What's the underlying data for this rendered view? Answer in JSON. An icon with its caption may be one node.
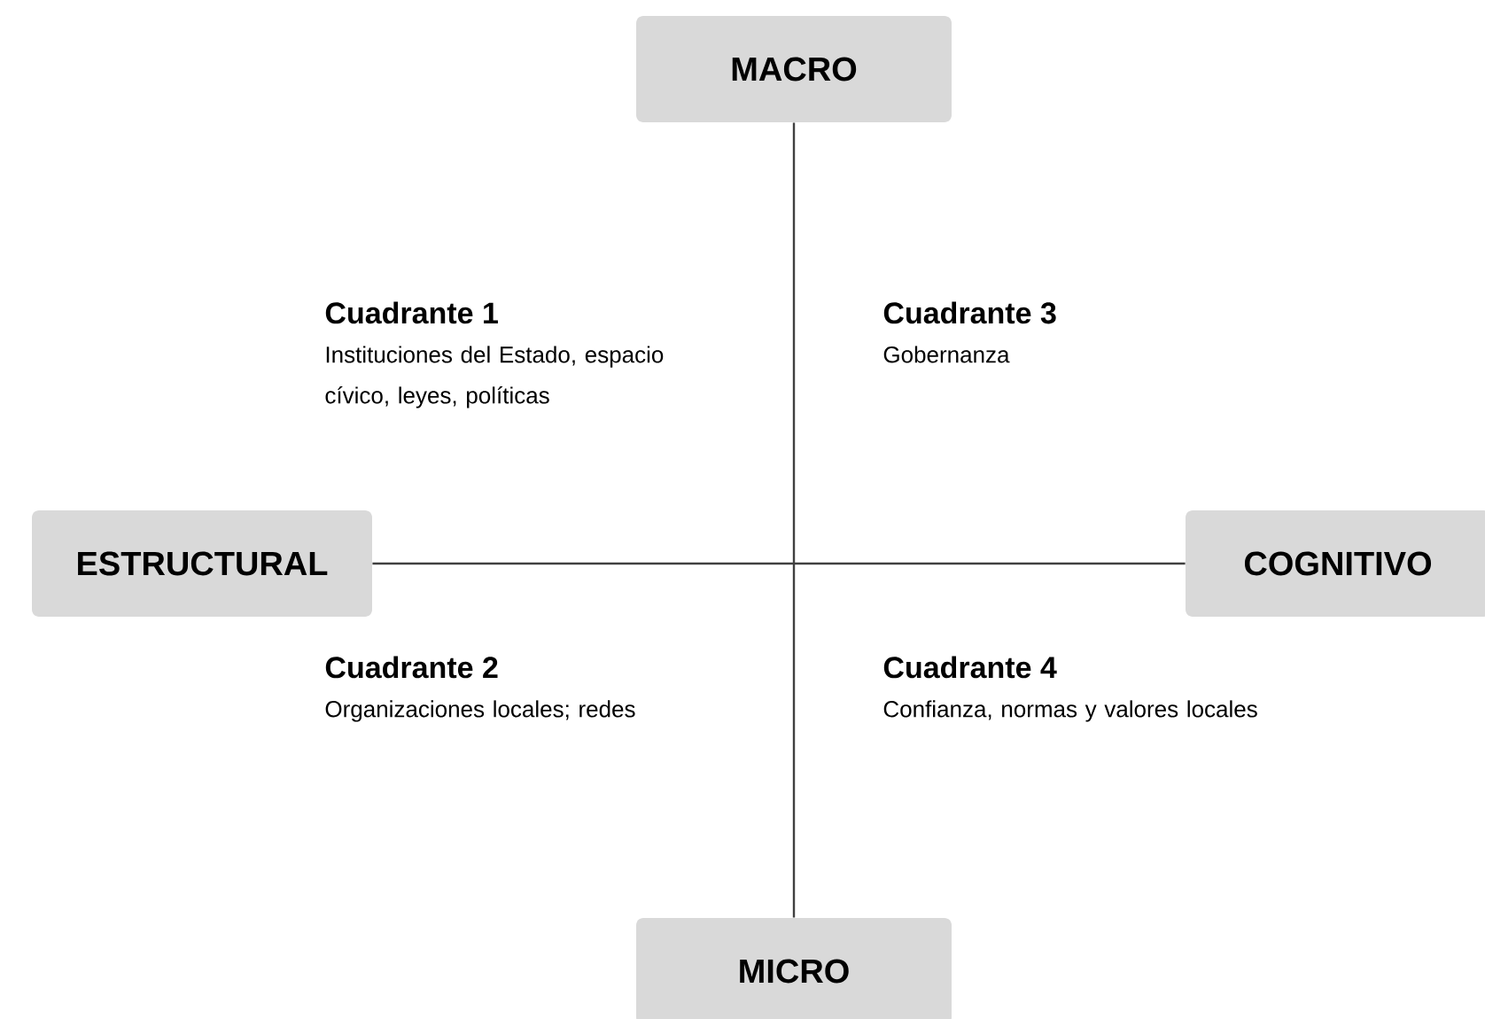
{
  "diagram": {
    "nodes": [
      {
        "text": [
          "MACRO"
        ]
      },
      {
        "text": [
          "ESTRUCTURAL"
        ]
      },
      {
        "text": [
          "COGNITIVO"
        ]
      },
      {
        "text": [
          "MICRO"
        ]
      }
    ],
    "edges": [
      {
        "from": 0,
        "to": 3,
        "arrow": "none"
      },
      {
        "from": 1,
        "to": 2,
        "arrow": "none"
      }
    ],
    "labels": [
      "Cuadrante 1",
      "Instituciones del Estado, espacio cívico, leyes, políticas",
      "Cuadrante 3",
      "Gobernanza",
      "Cuadrante 2",
      "Organizaciones locales; redes",
      "Cuadrante 4",
      "Confianza, normas y valores locales"
    ]
  }
}
